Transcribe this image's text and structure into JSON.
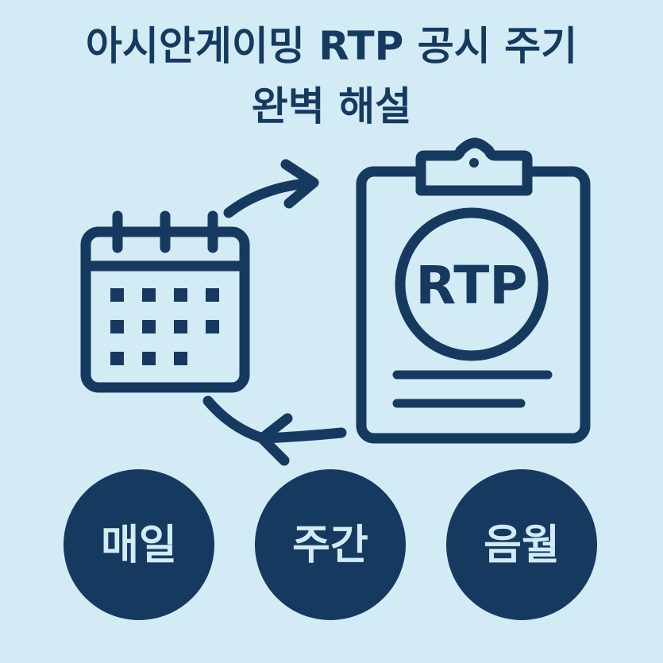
{
  "title": {
    "line1": "아시안게이밍 RTP 공시 주기",
    "line2": "완벽 해설"
  },
  "badge": {
    "text": "RTP"
  },
  "periods": [
    {
      "label": "매일"
    },
    {
      "label": "주간"
    },
    {
      "label": "음월"
    }
  ],
  "colors": {
    "background": "#d2ebf4",
    "primary": "#163a5f"
  },
  "icons": [
    "calendar-icon",
    "clipboard-icon",
    "cycle-arrow-icon"
  ]
}
